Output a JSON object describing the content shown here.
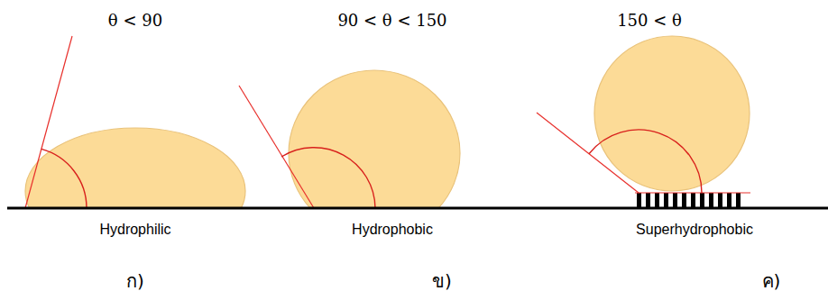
{
  "diagram": {
    "labels": [
      "θ < 90",
      "90 < θ < 150",
      "150 < θ",
      "Hydrophilic",
      "Hydrophobic",
      "Superhydrophobic",
      "ก)",
      "ข)",
      "ค)"
    ]
  }
}
